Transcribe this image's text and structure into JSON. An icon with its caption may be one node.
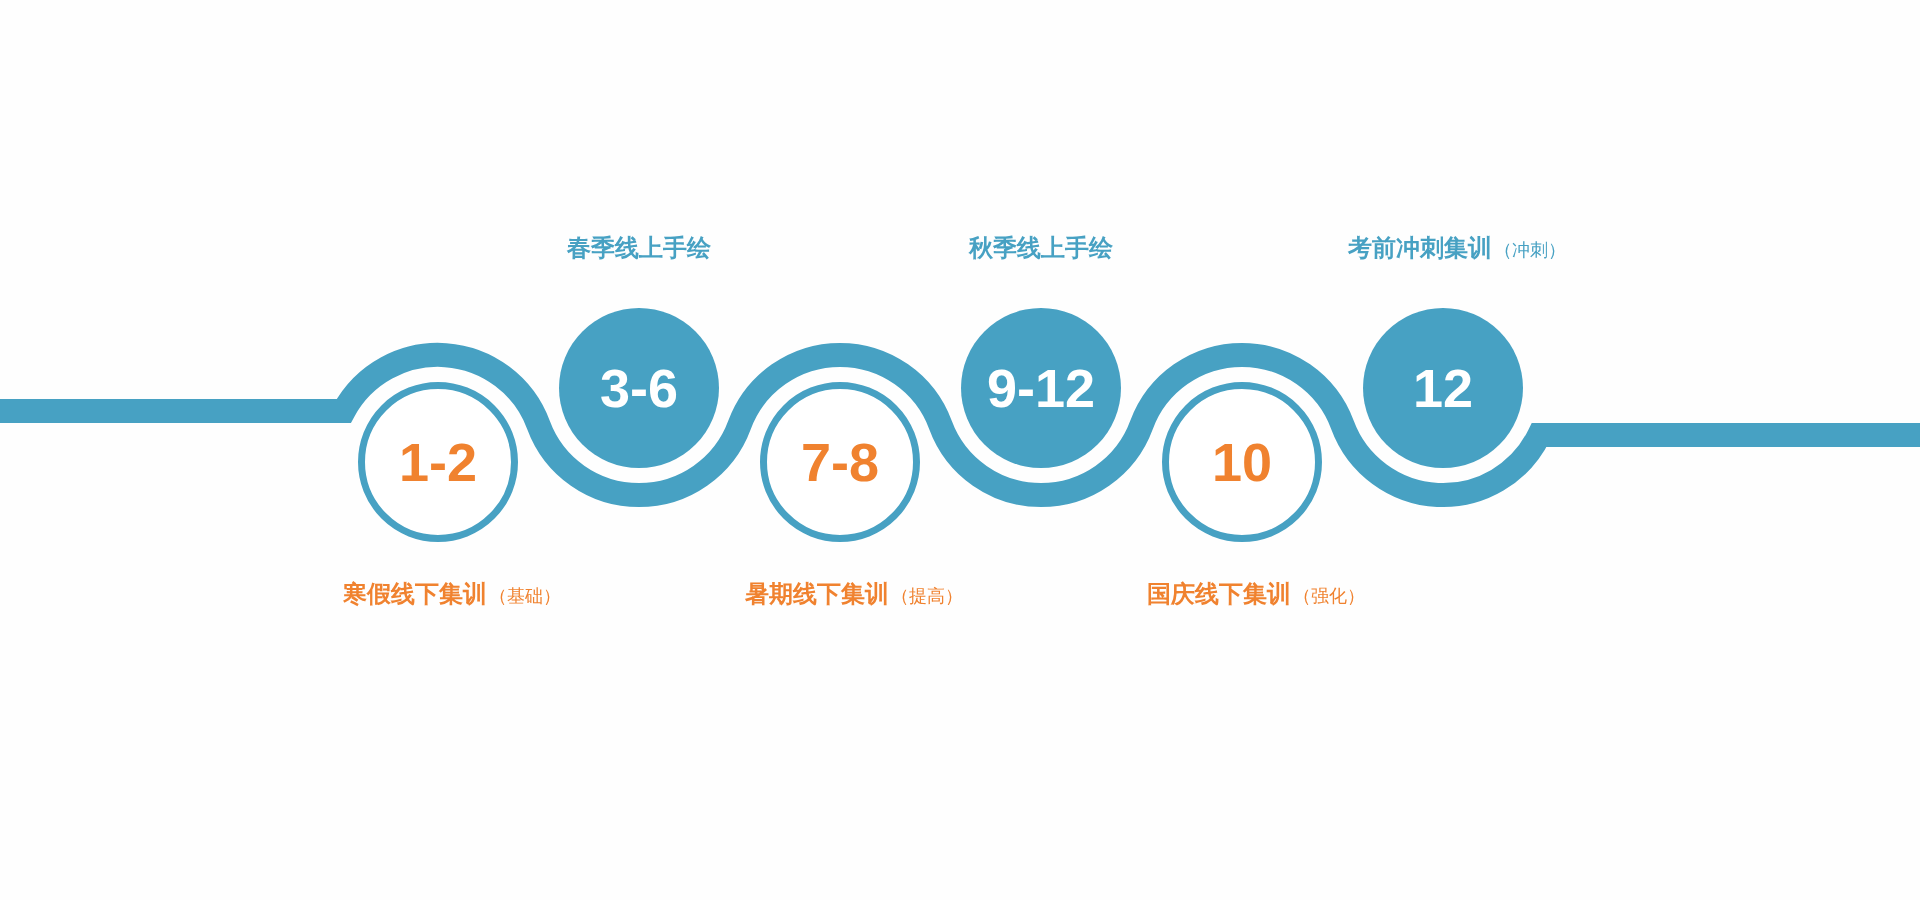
{
  "diagram": {
    "nodes": [
      {
        "text": [
          "1-2"
        ],
        "beside": [
          "寒假线下集训",
          "（基础）"
        ]
      },
      {
        "text": [
          "3-6"
        ],
        "beside": [
          "春季线上手绘"
        ]
      },
      {
        "text": [
          "7-8"
        ],
        "beside": [
          "暑期线下集训",
          "（提高）"
        ]
      },
      {
        "text": [
          "9-12"
        ],
        "beside": [
          "秋季线上手绘"
        ]
      },
      {
        "text": [
          "10"
        ],
        "beside": [
          "国庆线下集训",
          "（强化）"
        ]
      },
      {
        "text": [
          "12"
        ],
        "beside": [
          "考前冲刺集训",
          "（冲刺）"
        ]
      }
    ],
    "edges": []
  }
}
